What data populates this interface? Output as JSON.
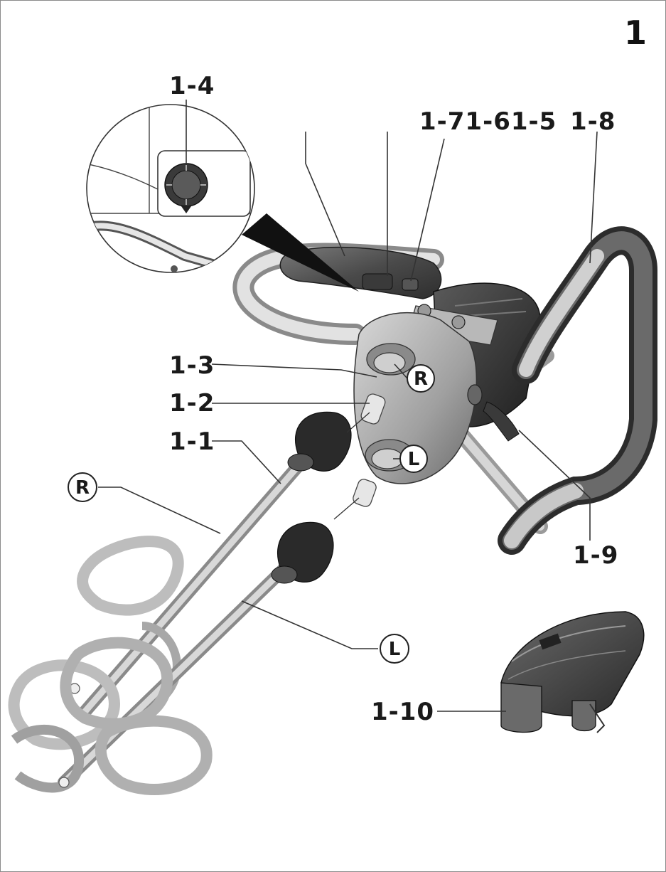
{
  "figure": {
    "number": "1",
    "callouts": {
      "c1_4": "1-4",
      "c1_7_6_5": "1-71-61-5",
      "c1_8": "1-8",
      "c1_3": "1-3",
      "c1_2": "1-2",
      "c1_1": "1-1",
      "c1_9": "1-9",
      "c1_10": "1-10"
    },
    "markers": {
      "right_on_tool": "R",
      "left_on_tool": "L",
      "right_paddle": "R",
      "left_paddle": "L"
    }
  }
}
